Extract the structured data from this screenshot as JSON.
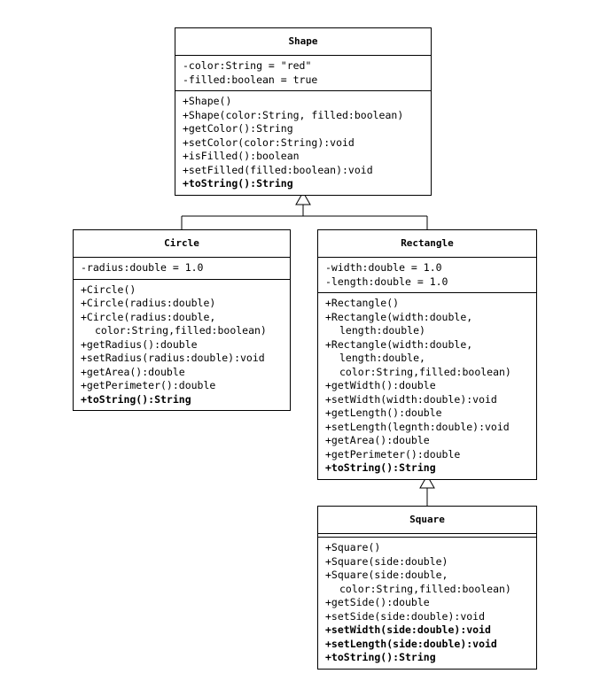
{
  "classes": {
    "shape": {
      "name": "Shape",
      "attributes": [
        "-color:String = \"red\"",
        "-filled:boolean = true"
      ],
      "methods": [
        {
          "text": "+Shape()"
        },
        {
          "text": "+Shape(color:String, filled:boolean)"
        },
        {
          "text": "+getColor():String"
        },
        {
          "text": "+setColor(color:String):void"
        },
        {
          "text": "+isFilled():boolean"
        },
        {
          "text": "+setFilled(filled:boolean):void"
        },
        {
          "text": "+toString():String",
          "bold": true
        }
      ]
    },
    "circle": {
      "name": "Circle",
      "attributes": [
        "-radius:double = 1.0"
      ],
      "methods": [
        {
          "text": "+Circle()"
        },
        {
          "text": "+Circle(radius:double)"
        },
        {
          "text": "+Circle(radius:double,"
        },
        {
          "text": "color:String,filled:boolean)",
          "cont": true
        },
        {
          "text": "+getRadius():double"
        },
        {
          "text": "+setRadius(radius:double):void"
        },
        {
          "text": "+getArea():double"
        },
        {
          "text": "+getPerimeter():double"
        },
        {
          "text": "+toString():String",
          "bold": true
        }
      ]
    },
    "rectangle": {
      "name": "Rectangle",
      "attributes": [
        "-width:double = 1.0",
        "-length:double = 1.0"
      ],
      "methods": [
        {
          "text": "+Rectangle()"
        },
        {
          "text": "+Rectangle(width:double,"
        },
        {
          "text": "length:double)",
          "cont": true
        },
        {
          "text": "+Rectangle(width:double,"
        },
        {
          "text": "length:double,",
          "cont": true
        },
        {
          "text": "color:String,filled:boolean)",
          "cont": true
        },
        {
          "text": "+getWidth():double"
        },
        {
          "text": "+setWidth(width:double):void"
        },
        {
          "text": "+getLength():double"
        },
        {
          "text": "+setLength(legnth:double):void"
        },
        {
          "text": "+getArea():double"
        },
        {
          "text": "+getPerimeter():double"
        },
        {
          "text": "+toString():String",
          "bold": true
        }
      ]
    },
    "square": {
      "name": "Square",
      "attributes": [],
      "methods": [
        {
          "text": "+Square()"
        },
        {
          "text": "+Square(side:double)"
        },
        {
          "text": "+Square(side:double,"
        },
        {
          "text": "color:String,filled:boolean)",
          "cont": true
        },
        {
          "text": "+getSide():double"
        },
        {
          "text": "+setSide(side:double):void"
        },
        {
          "text": "+setWidth(side:double):void",
          "bold": true
        },
        {
          "text": "+setLength(side:double):void",
          "bold": true
        },
        {
          "text": "+toString():String",
          "bold": true
        }
      ]
    }
  },
  "relations": [
    {
      "type": "inheritance",
      "from": "Circle",
      "to": "Shape"
    },
    {
      "type": "inheritance",
      "from": "Rectangle",
      "to": "Shape"
    },
    {
      "type": "inheritance",
      "from": "Square",
      "to": "Rectangle"
    }
  ]
}
